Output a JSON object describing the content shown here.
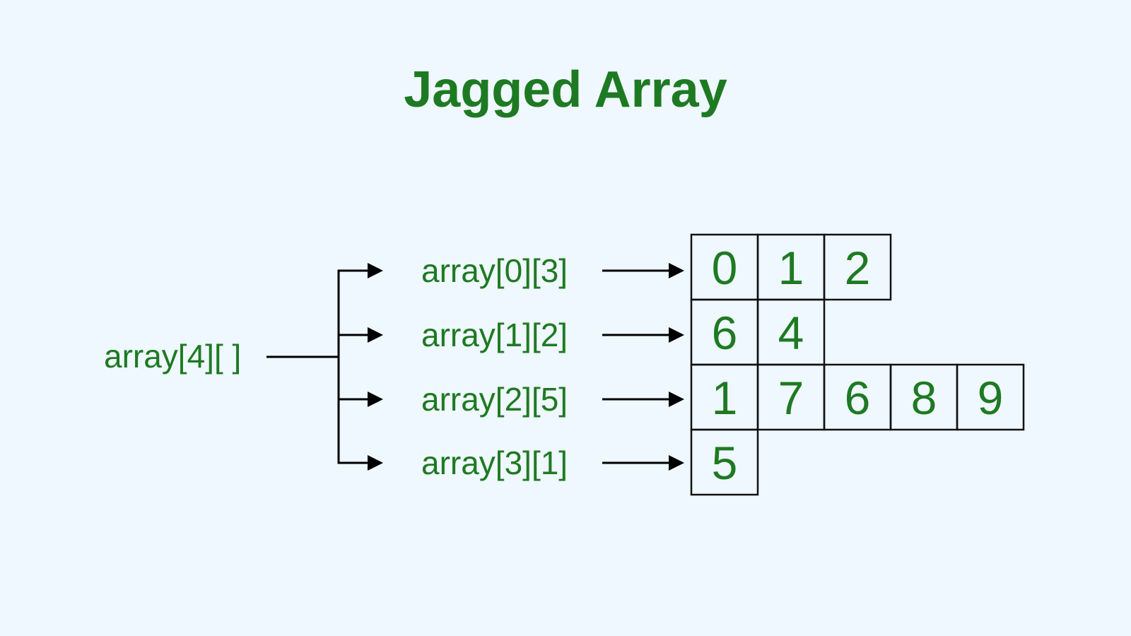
{
  "title": "Jagged Array",
  "root_label": "array[4][ ]",
  "rows": [
    {
      "label": "array[0][3]",
      "values": [
        "0",
        "1",
        "2"
      ]
    },
    {
      "label": "array[1][2]",
      "values": [
        "6",
        "4"
      ]
    },
    {
      "label": "array[2][5]",
      "values": [
        "1",
        "7",
        "6",
        "8",
        "9"
      ]
    },
    {
      "label": "array[3][1]",
      "values": [
        "5"
      ]
    }
  ],
  "colors": {
    "background": "#eff7ff",
    "text": "#1e7a22",
    "lines": "#000000"
  }
}
